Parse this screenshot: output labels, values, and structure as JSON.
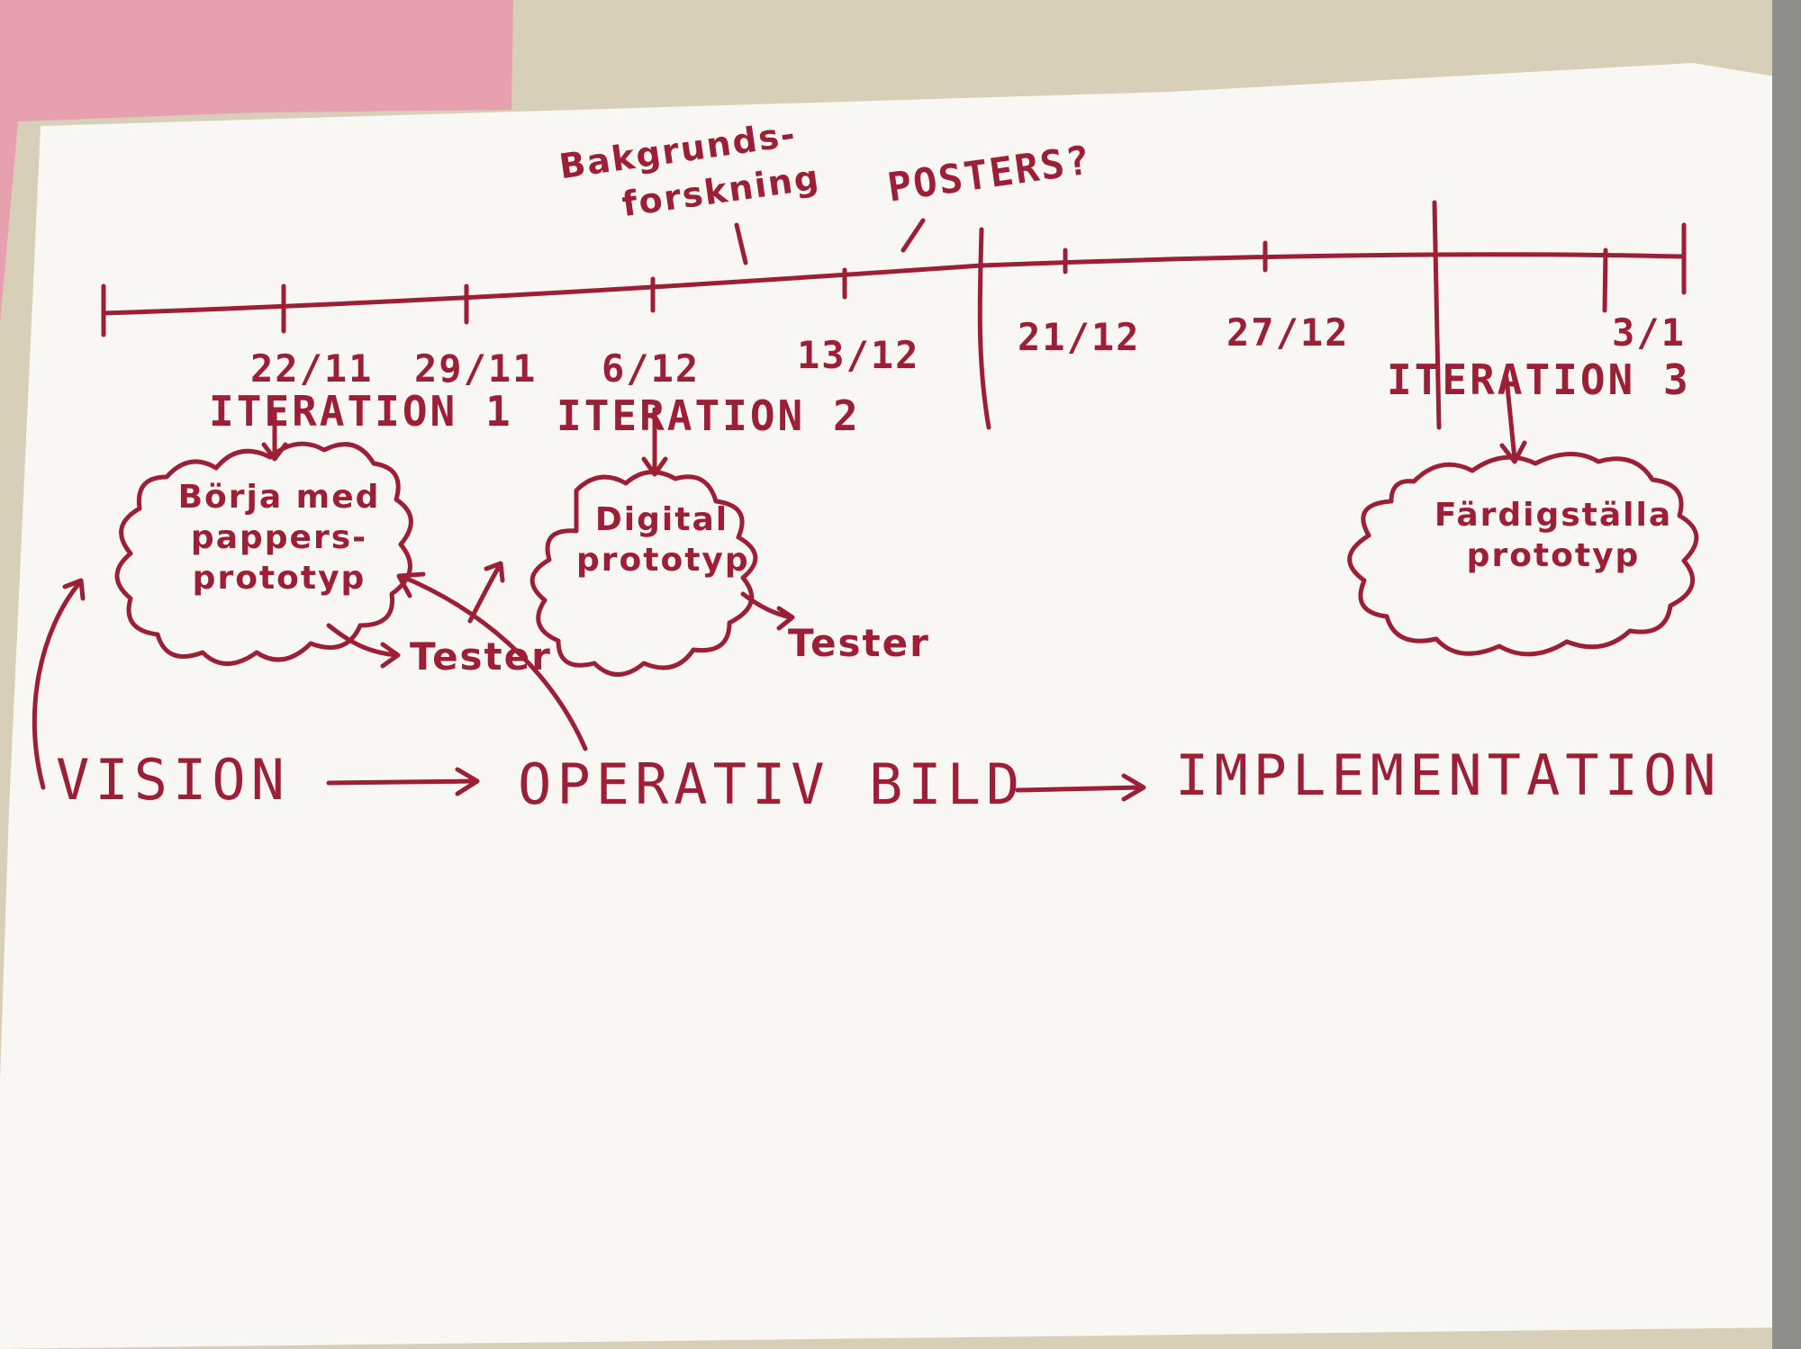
{
  "colors": {
    "ink": "#9c1f36",
    "paper": "#f9f7f3",
    "sticky_note": "#e7a0ad",
    "table": "#d8cfb9"
  },
  "timeline": {
    "dates": [
      "22/11",
      "29/11",
      "6/12",
      "13/12",
      "21/12",
      "27/12",
      "3/1"
    ],
    "iterations": [
      "ITERATION 1",
      "ITERATION 2",
      "ITERATION 3"
    ]
  },
  "annotations": {
    "background_research": [
      "Bakgrunds-",
      "forskning"
    ],
    "posters": "POSTERS?"
  },
  "clouds": [
    {
      "text": "Börja med pappers-prototyp"
    },
    {
      "text": "Digital prototyp"
    },
    {
      "text": "Färdigställa prototyp"
    }
  ],
  "tests": [
    "Tester",
    "Tester"
  ],
  "flow": [
    "VISION",
    "OPERATIV BILD",
    "IMPLEMENTATION"
  ]
}
